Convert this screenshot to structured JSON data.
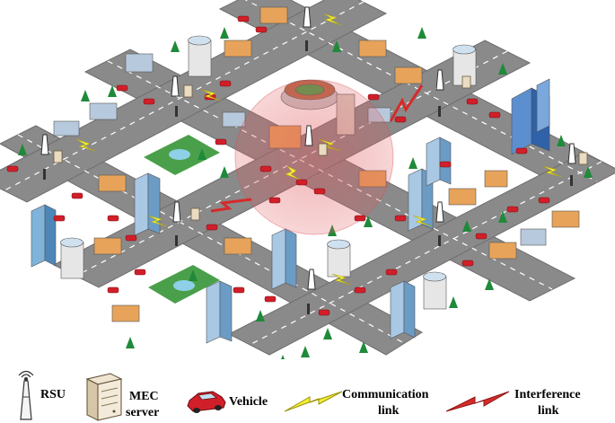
{
  "legend": {
    "rsu": {
      "label": "RSU",
      "icon": "antenna-icon"
    },
    "mec": {
      "label_line1": "MEC",
      "label_line2": "server",
      "icon": "server-icon"
    },
    "vehicle": {
      "label": "Vehicle",
      "icon": "car-icon"
    },
    "communication": {
      "label_line1": "Communication",
      "label_line2": "link",
      "icon": "lightning-icon",
      "color": "#f2ee3a"
    },
    "interference": {
      "label_line1": "Interference",
      "label_line2": "link",
      "icon": "zigzag-icon",
      "color": "#d62a2a"
    }
  },
  "colors": {
    "road": "#8c8c8c",
    "road_marking": "#ffffff",
    "tree": "#1f8a3a",
    "car": "#d11f2a",
    "coverage": "#e8777a"
  }
}
